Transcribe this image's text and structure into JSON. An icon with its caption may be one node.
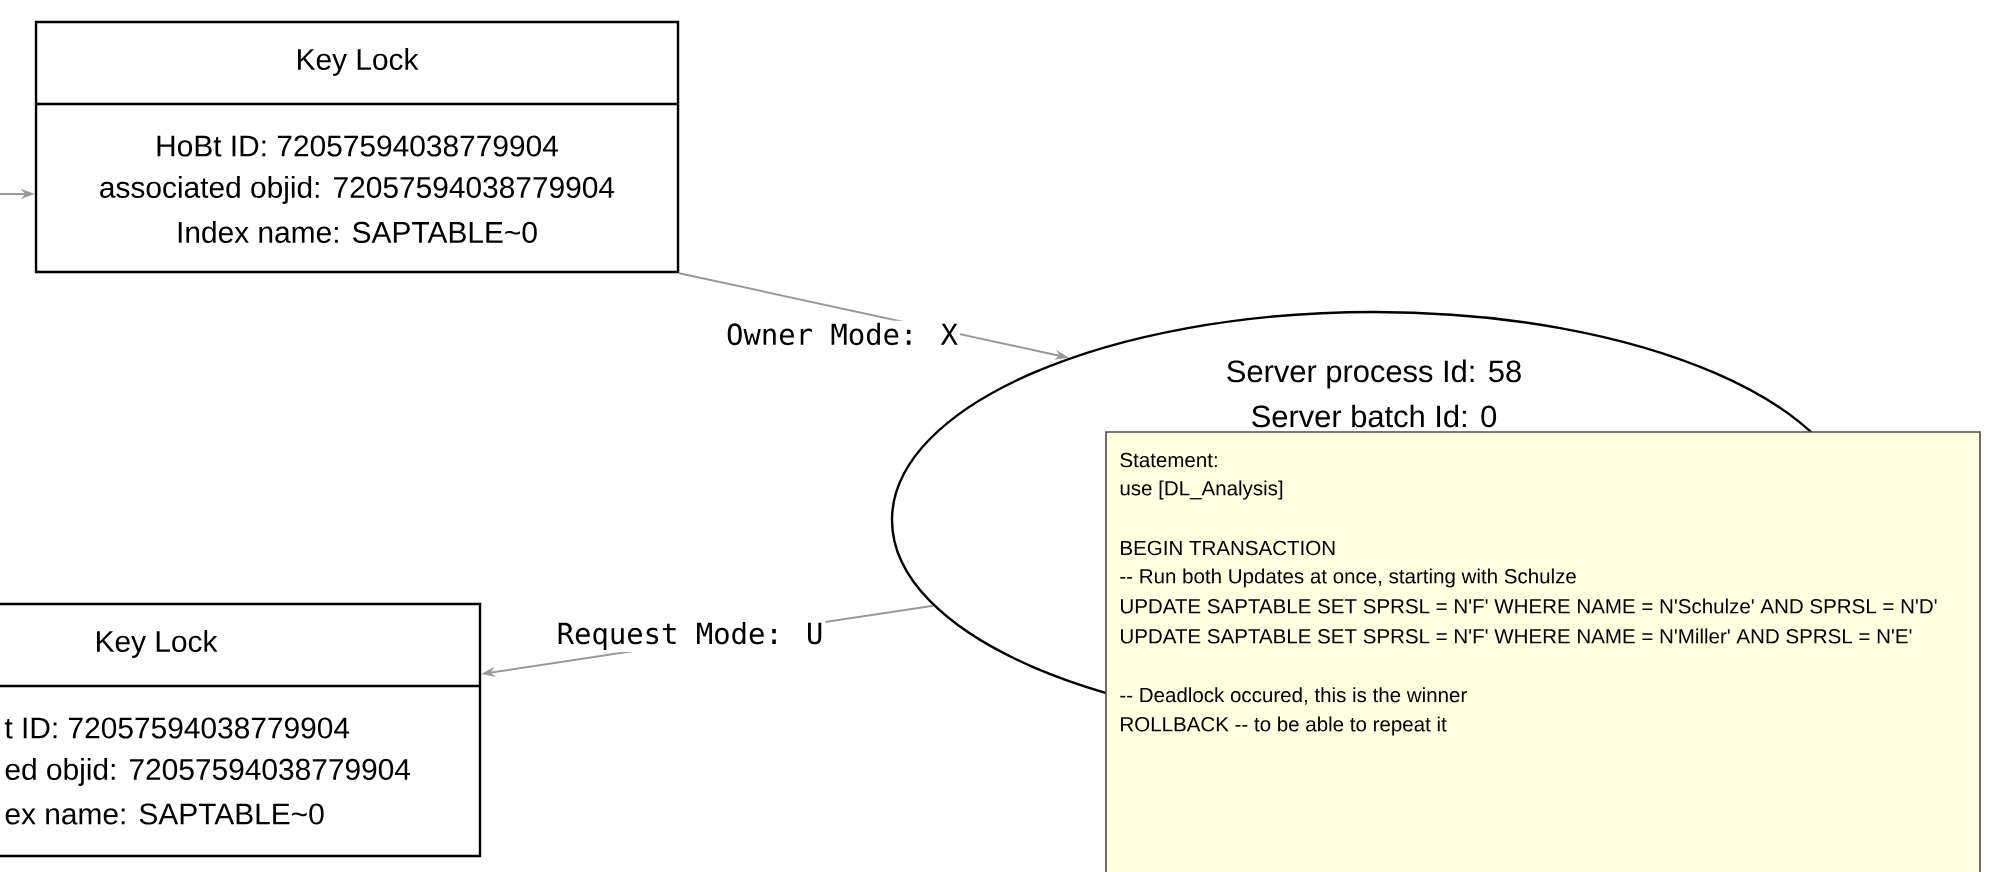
{
  "diagram": {
    "nodes": [
      {
        "text": [
          "Key Lock",
          "HoBt ID: 72057594038779904",
          "associated objid: 72057594038779904",
          "Index name: SAPTABLE~0"
        ]
      },
      {
        "text": [
          "Server process Id: 58",
          "Server batch Id: 0"
        ]
      },
      {
        "text": [
          "Statement:",
          "use [DL_Analysis]",
          "BEGIN TRANSACTION",
          "-- Run both Updates at once, starting with Schulze",
          "UPDATE SAPTABLE SET SPRSL = N'F' WHERE NAME = N'Schulze' AND SPRSL = N'D'",
          "UPDATE SAPTABLE SET SPRSL = N'F' WHERE NAME = N'Miller' AND SPRSL = N'E'",
          "-- Deadlock occured, this is the winner",
          "ROLLBACK  -- to be able to repeat it"
        ]
      },
      {
        "text": [
          "Key Lock",
          "t ID: 72057594038779904",
          "ed objid: 72057594038779904",
          "ex name: SAPTABLE~0"
        ]
      }
    ],
    "edges": [
      {
        "from": null,
        "to": 0,
        "arrow": "to"
      },
      {
        "from": 0,
        "to": 1,
        "label": "Owner Mode: X",
        "arrow": "to"
      },
      {
        "from": 1,
        "to": 3,
        "label": "Request Mode: U",
        "arrow": "to"
      }
    ]
  }
}
